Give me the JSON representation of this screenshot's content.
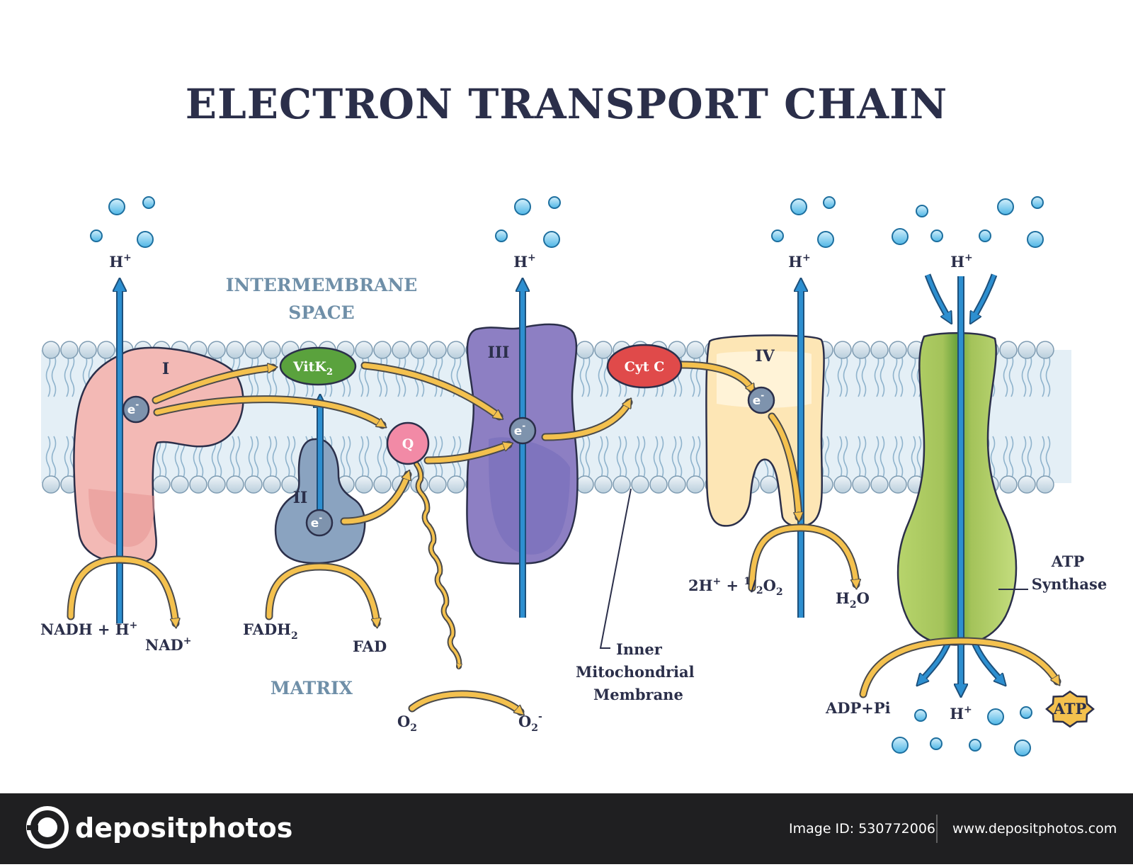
{
  "title": "ELECTRON TRANSPORT CHAIN",
  "regions": {
    "intermembrane_line1": "INTERMEMBRANE",
    "intermembrane_line2": "SPACE",
    "matrix": "MATRIX"
  },
  "complexes": {
    "complex_1": "I",
    "complex_2": "II",
    "complex_3": "III",
    "complex_4": "IV"
  },
  "carriers": {
    "vitk2": "VitK",
    "vitk2_sub": "2",
    "q": "Q",
    "cytc": "Cyt C"
  },
  "electron": {
    "label": "e",
    "sup": "-"
  },
  "proton": {
    "label": "H",
    "sup": "+"
  },
  "reactions": {
    "nadh": "NADH + H",
    "nadh_sup": "+",
    "nad": "NAD",
    "nad_sup": "+",
    "fadh": "FADH",
    "fadh_sub": "2",
    "fad": "FAD",
    "o2": "O",
    "o2_sub": "2",
    "o2m": "O",
    "o2m_sub": "2",
    "o2m_sup": "-",
    "water_in_a": "2H",
    "water_in_sup": "+",
    "water_in_b": " + ",
    "water_in_frac_num": "1",
    "water_in_frac_den": "/",
    "water_in_frac_den2": "2",
    "water_in_c": "O",
    "water_in_sub": "2",
    "h2o": "H",
    "h2o_sub": "2",
    "h2o_c": "O",
    "adp": "ADP+Pi",
    "atp": "ATP"
  },
  "labels": {
    "membrane_line1": "Inner",
    "membrane_line2": "Mitochondrial",
    "membrane_line3": "Membrane",
    "synthase_line1": "ATP",
    "synthase_line2": "Synthase"
  },
  "footer": {
    "brand": "depositphotos",
    "image_id": "Image ID: 530772006",
    "site": "www.depositphotos.com"
  },
  "colors": {
    "text": "#2b2f4a",
    "region": "#6f8fa8",
    "blue_axis": "#2d8fd0",
    "orange": "#f4c14e",
    "complex1": "#f3b9b5",
    "complex2": "#8aa3c0",
    "complex3": "#8d7fc3",
    "complex4": "#fde6b5",
    "synthase": "#a5c55a",
    "vitk2": "#5aa23d",
    "q": "#f28aa6",
    "cytc": "#e04a4a",
    "footer_bg": "#1f1f21"
  }
}
